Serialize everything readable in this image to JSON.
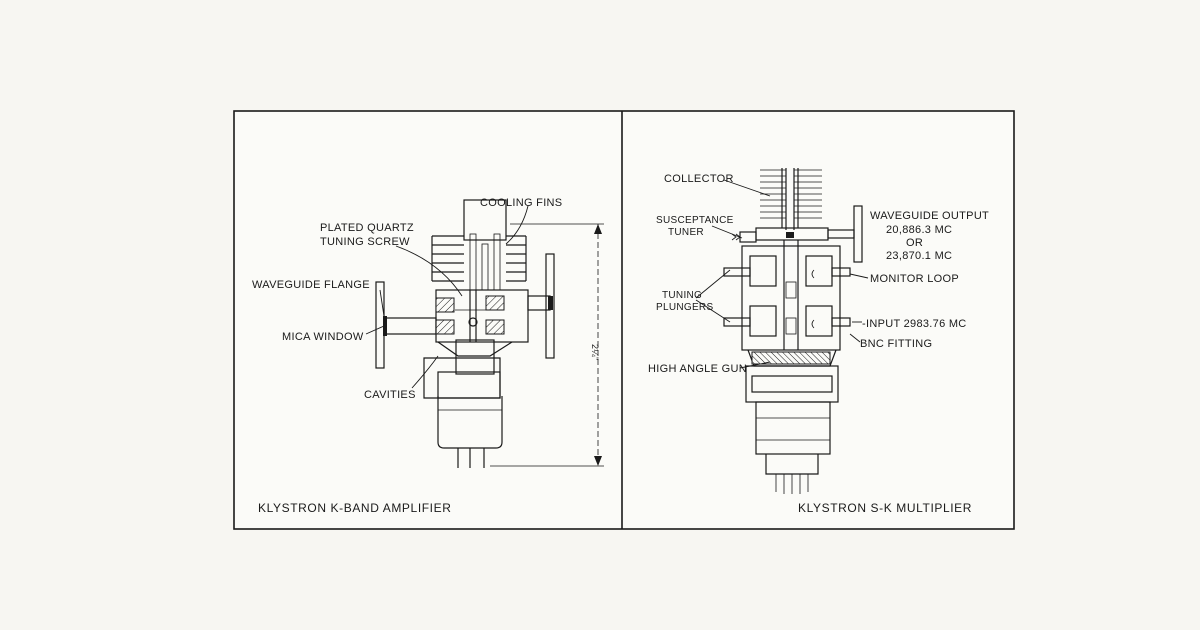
{
  "left_panel": {
    "caption": "KLYSTRON K-BAND AMPLIFIER",
    "labels": {
      "cooling_fins": "COOLING FINS",
      "plated_quartz_1": "PLATED QUARTZ",
      "plated_quartz_2": "TUNING SCREW",
      "waveguide_flange": "WAVEGUIDE FLANGE",
      "mica_window": "MICA WINDOW",
      "cavities": "CAVITIES",
      "dimension": "2¼\""
    }
  },
  "right_panel": {
    "caption": "KLYSTRON S-K MULTIPLIER",
    "labels": {
      "collector": "COLLECTOR",
      "susceptance_1": "SUSCEPTANCE",
      "susceptance_2": "TUNER",
      "waveguide_output": "WAVEGUIDE OUTPUT",
      "freq_1": "20,886.3 MC",
      "or": "OR",
      "freq_2": "23,870.1 MC",
      "monitor_loop": "MONITOR LOOP",
      "tuning_1": "TUNING",
      "tuning_2": "PLUNGERS",
      "input": "-INPUT 2983.76 MC",
      "bnc_fitting": "BNC FITTING",
      "high_angle_gun": "HIGH ANGLE GUN"
    }
  }
}
